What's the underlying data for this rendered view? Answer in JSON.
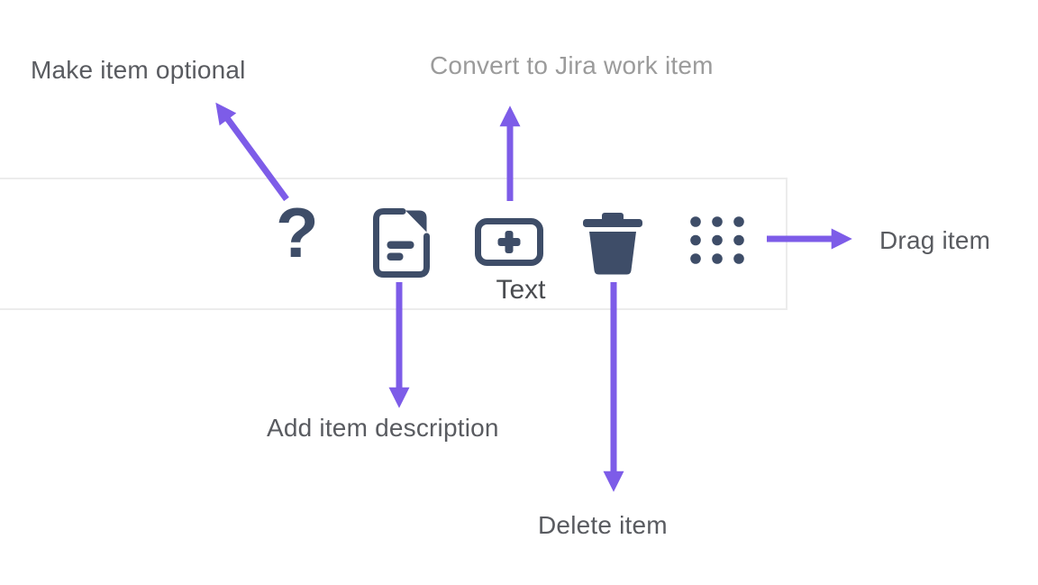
{
  "annotations": {
    "make_item_optional": "Make item optional",
    "convert_to_jira": "Convert to Jira work item",
    "add_item_description": "Add item description",
    "delete_item": "Delete item",
    "drag_item": "Drag item"
  },
  "toolbar": {
    "help_icon_glyph": "?",
    "text_caption": "Text",
    "icons": [
      "question-mark-icon",
      "document-icon",
      "plus-box-icon",
      "trash-icon",
      "drag-dots-icon"
    ]
  },
  "colors": {
    "icon": "#3E4D68",
    "arrow": "#7D5CE8",
    "label": "#595B60",
    "label_muted": "#9B9B9B",
    "caption": "#4A4C50",
    "toolbar_border": "#ECECEC",
    "bg": "#FFFFFF"
  }
}
